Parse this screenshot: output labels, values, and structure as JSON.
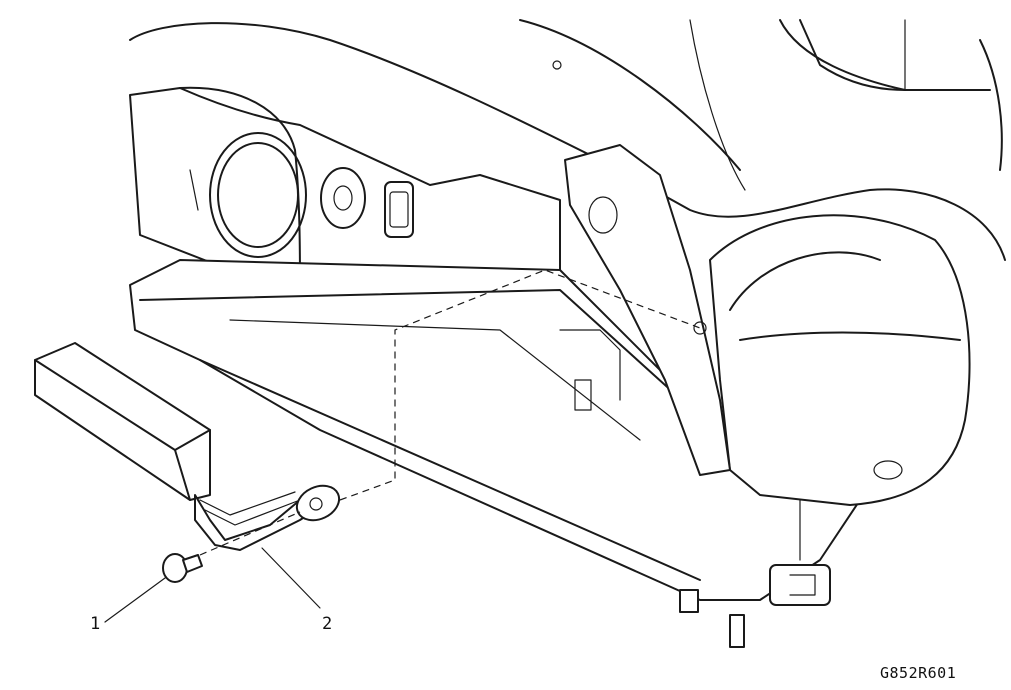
{
  "figure": {
    "callouts": [
      {
        "id": "callout-1",
        "number": "1"
      },
      {
        "id": "callout-2",
        "number": "2"
      }
    ],
    "reference_code": "G852R601"
  }
}
